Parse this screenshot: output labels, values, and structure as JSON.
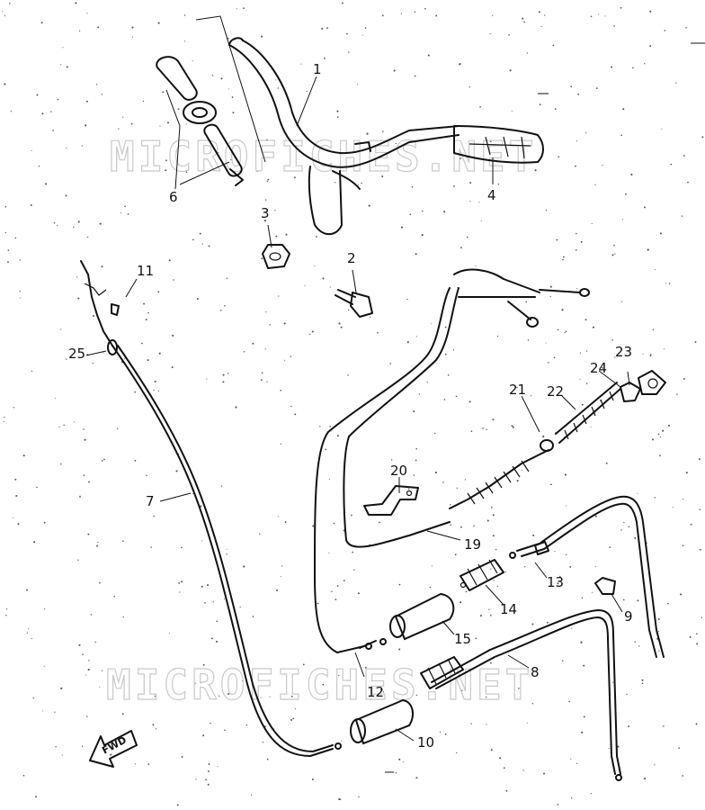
{
  "watermarks": [
    "MICROFICHES.NET",
    "MICROFICHES.NET"
  ],
  "direction_marker": "FWD",
  "callouts": [
    "1",
    "2",
    "3",
    "4",
    "6",
    "7",
    "8",
    "9",
    "10",
    "11",
    "12",
    "13",
    "14",
    "15",
    "19",
    "20",
    "21",
    "22",
    "23",
    "24",
    "25"
  ],
  "colors": {
    "ink": "#111111",
    "watermark": "#c9c9c9",
    "paper": "#ffffff"
  }
}
